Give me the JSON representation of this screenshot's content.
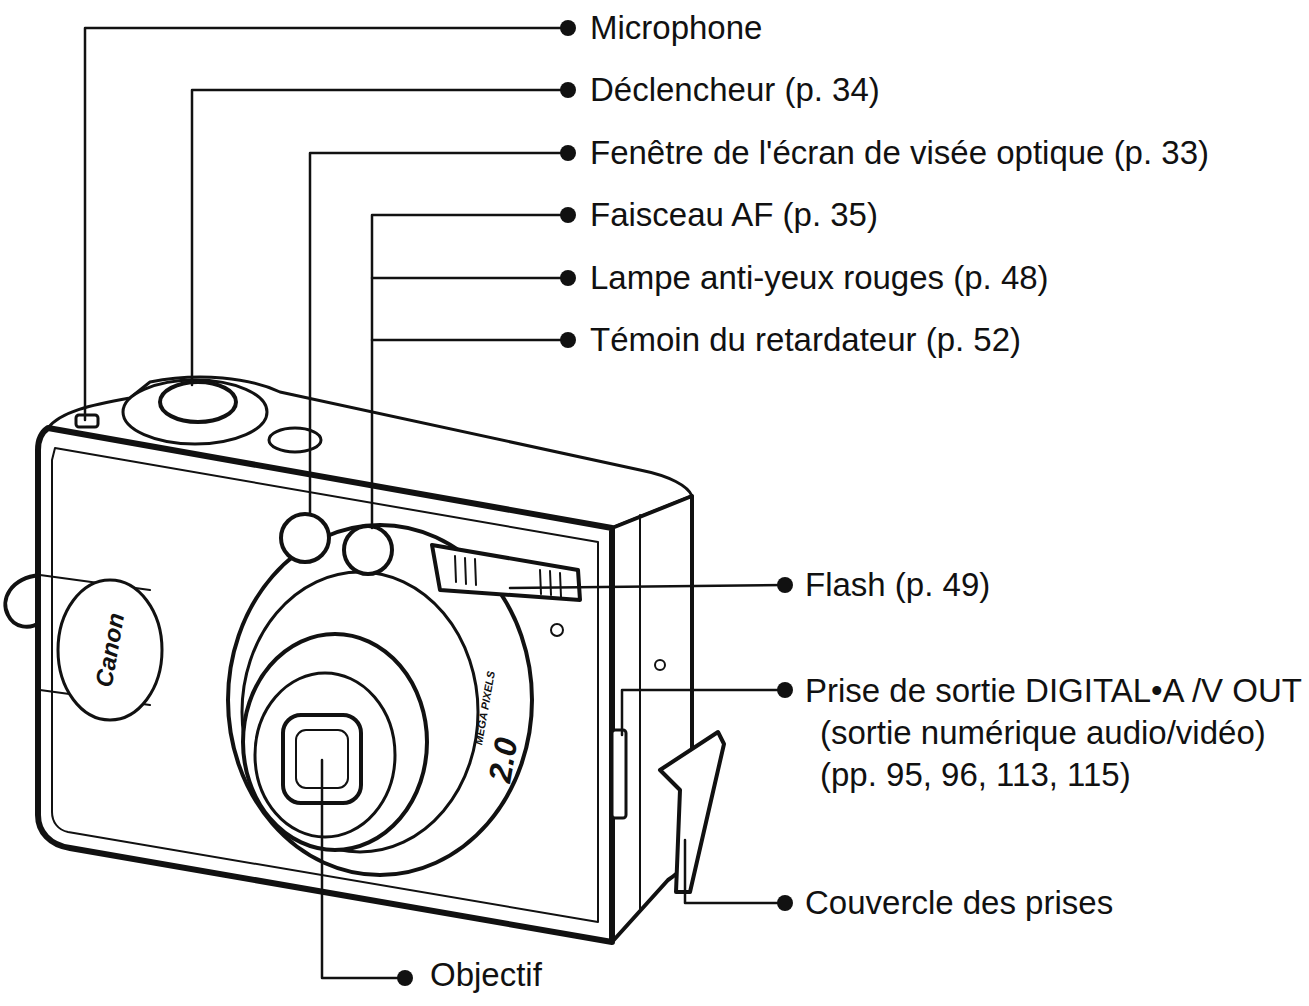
{
  "diagram": {
    "labels": [
      "Microphone",
      "Déclencheur (p. 34)",
      "Fenêtre de l'écran de visée optique (p. 33)",
      "Faisceau AF (p. 35)",
      "Lampe anti-yeux rouges (p. 48)",
      "Témoin du retardateur (p. 52)",
      "Flash (p. 49)",
      "Prise de sortie DIGITAL•A /V OUT (sortie numérique audio/vidéo) (pp. 95, 96, 113, 115)",
      "Couvercle des prises",
      "Objectif",
      "Canon",
      "2.0",
      "MEGA PIXELS"
    ]
  }
}
